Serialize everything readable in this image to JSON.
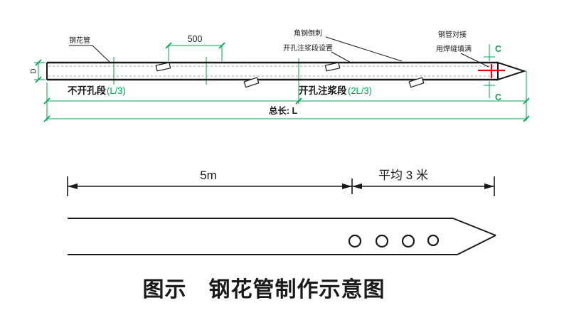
{
  "colors": {
    "dimension_green": "#00A651",
    "ink": "#1A1A1A",
    "weld_red": "#E8000D"
  },
  "top_drawing": {
    "pipe_label": "钢花管",
    "spacing_dim": "500",
    "barb_label": "角钢倒刺",
    "grout_label": "开孔注浆段设置",
    "joint_label_line1": "钢管对接",
    "joint_label_line2": "用焊缝填满",
    "section_marker_top": "C",
    "section_marker_bottom": "C",
    "diameter_label": "D",
    "left_segment_label": "不开孔段",
    "left_segment_dim": "(L/3)",
    "right_segment_label": "开孔注浆段",
    "right_segment_dim": "(2L/3)",
    "total_length_label": "总长: L"
  },
  "bottom_drawing": {
    "left_dim_label": "5m",
    "right_dim_label": "平均 3 米",
    "caption": "图示　钢花管制作示意图"
  }
}
